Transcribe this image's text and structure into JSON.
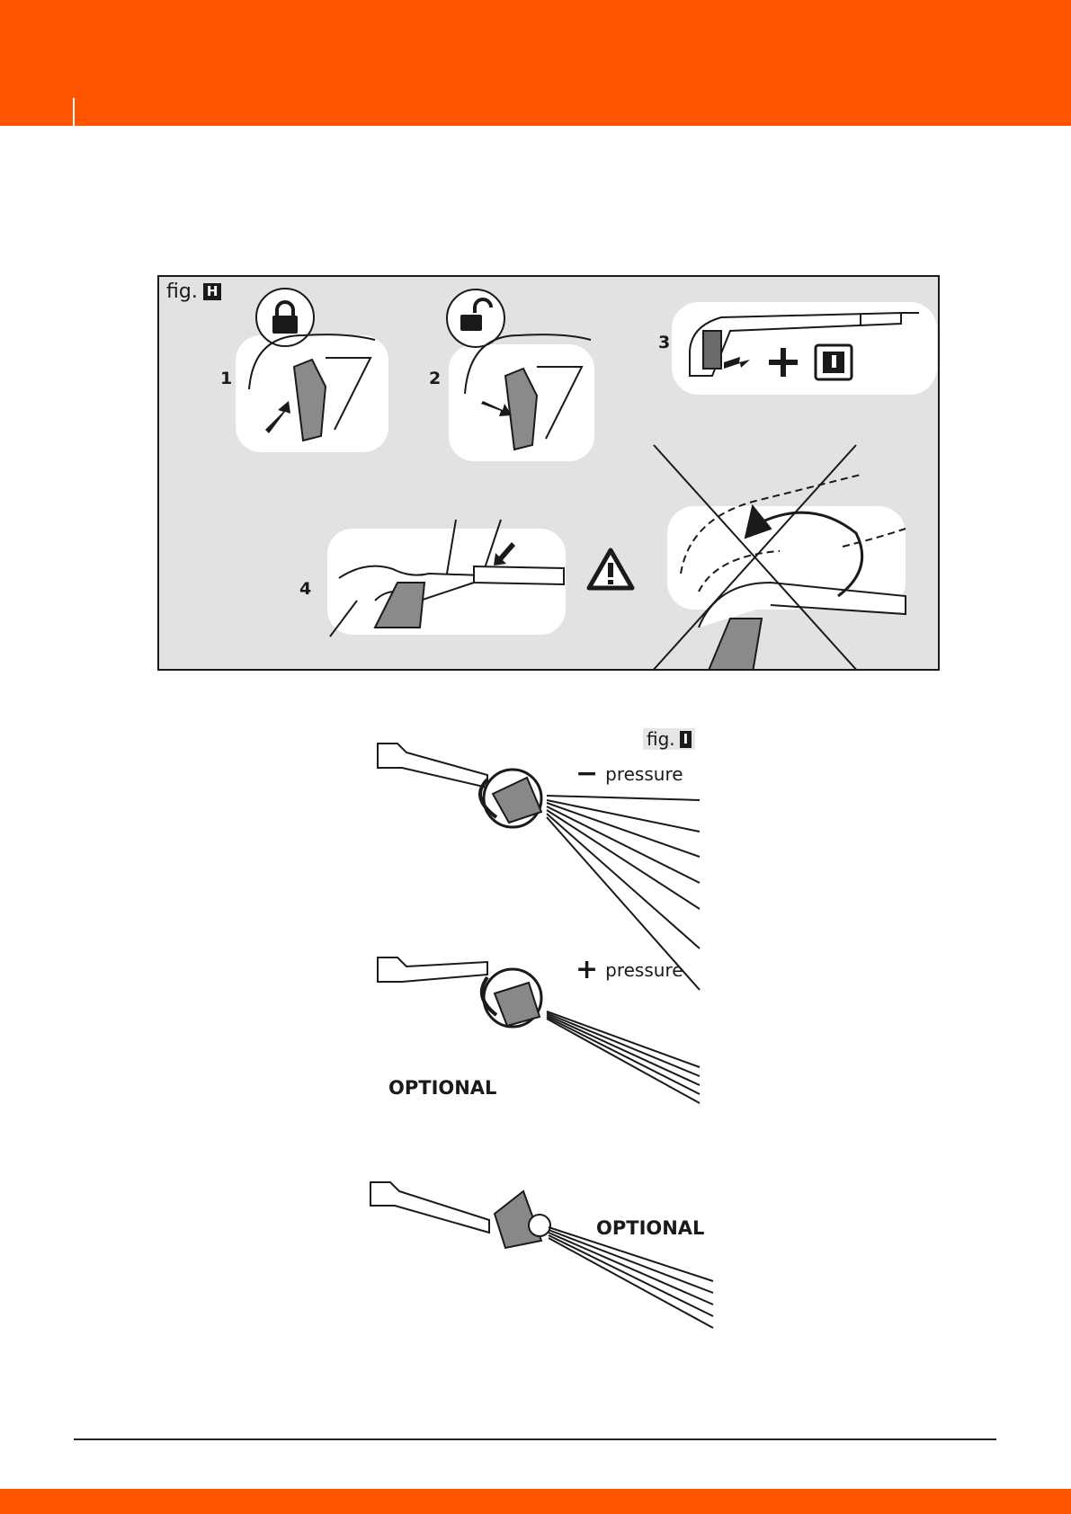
{
  "colors": {
    "brand_orange": "#ff5500",
    "panel_gray": "#e2e2e2",
    "ink": "#1a1a1a"
  },
  "figure_h": {
    "label": "fig.",
    "letter": "H",
    "steps": [
      "1",
      "2",
      "3",
      "4"
    ],
    "icons": [
      "lock-closed-icon",
      "lock-open-icon",
      "plus-icon",
      "power-switch-icon",
      "warning-triangle-icon"
    ]
  },
  "figure_i": {
    "label": "fig.",
    "letter": "I",
    "minus_sign": "−",
    "plus_sign": "+",
    "pressure_label": "pressure",
    "optional_label": "OPTIONAL"
  }
}
